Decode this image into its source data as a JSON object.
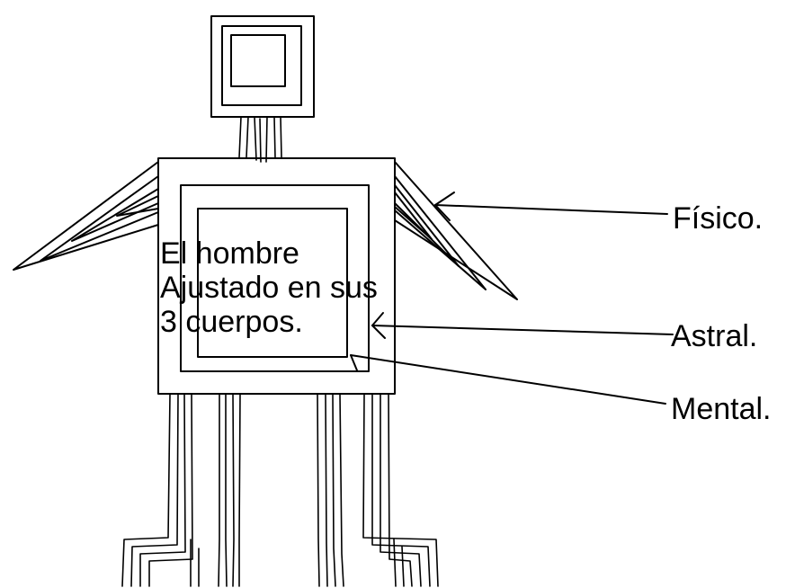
{
  "caption": {
    "line1": "El hombre",
    "line2": "Ajustado en sus",
    "line3": "3 cuerpos."
  },
  "labels": {
    "fisico": "Físico.",
    "astral": "Astral.",
    "mental": "Mental."
  },
  "colors": {
    "ink": "#000000",
    "background": "#ffffff"
  }
}
